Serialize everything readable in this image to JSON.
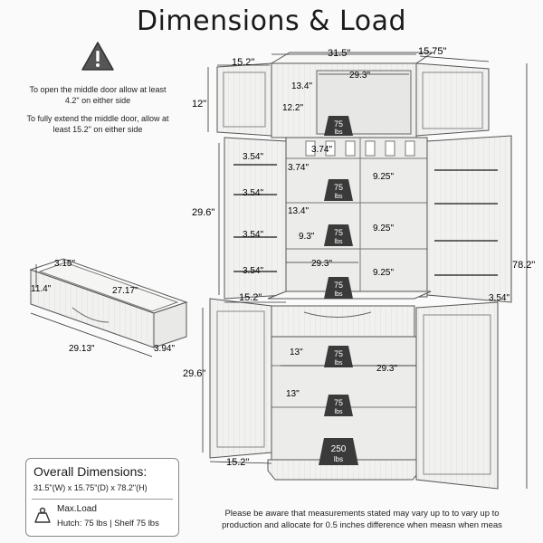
{
  "title": "Dimensions & Load",
  "notes": {
    "middle_door": "To open the middle door allow at least 4.2\" on either side",
    "full_extend": "To fully extend the middle door, allow at least 15.2\" on either side"
  },
  "drawer_dims": {
    "height": "3.15\"",
    "side": "11.4\"",
    "inner_length": "27.17\"",
    "length": "29.13\"",
    "depth": "3.94\""
  },
  "top_dims": {
    "left_door": "15.2\"",
    "width": "31.5\"",
    "depth": "15.75\"",
    "inner_width": "29.3\"",
    "inner_depth": "13.4\"",
    "top_height": "12\"",
    "top_inner_height": "12.2\""
  },
  "middle_dims": {
    "pocket_1": "3.54\"",
    "pocket_2": "3.54\"",
    "pocket_3": "3.54\"",
    "pocket_4": "3.54\"",
    "middle_height": "29.6\"",
    "slot_1": "3.74\"",
    "slot_2": "3.74\"",
    "shelf_gap_1": "9.25\"",
    "shelf_gap_2": "9.25\"",
    "shelf_gap_3": "9.25\"",
    "depth_inner": "13.4\"",
    "shelf_depth": "9.3\"",
    "inner_width": "29.3\"",
    "door_width": "15.2\"",
    "right_pocket": "3.54\"",
    "total_height": "78.2\""
  },
  "bottom_dims": {
    "shelf_depth_1": "13\"",
    "inner_width": "29.3\"",
    "shelf_depth_2": "13\"",
    "bottom_height": "29.6\"",
    "door_width": "15.2\""
  },
  "loads": {
    "top": "75",
    "mid_1": "75",
    "mid_2": "75",
    "mid_3": "75",
    "bot_1": "75",
    "bot_2": "75",
    "bottom": "250",
    "unit": "lbs"
  },
  "summary": {
    "heading": "Overall Dimensions:",
    "dims": "31.5\"(W) x 15.75\"(D) x 78.2\"(H)",
    "max_load_label": "Max.Load",
    "max_load_value": "Hutch: 75 lbs | Shelf 75 lbs"
  },
  "disclaimer": "Please be aware that measurements stated may vary up to to vary up to production and allocate for 0.5 inches difference when measn when meas"
}
